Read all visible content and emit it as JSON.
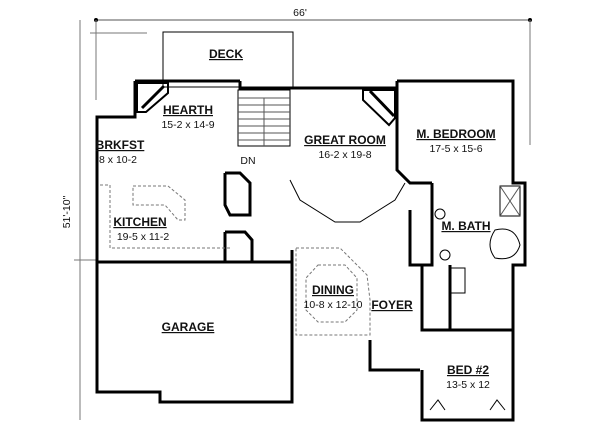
{
  "dimensions": {
    "width": "66'",
    "depth": "51'-10\""
  },
  "rooms": {
    "deck": {
      "name": "DECK"
    },
    "hearth": {
      "name": "HEARTH",
      "size": "15-2 x 14-9"
    },
    "brkfst": {
      "name": "BRKFST",
      "size": "8 x 10-2"
    },
    "stairs": {
      "label": "DN"
    },
    "great_room": {
      "name": "GREAT ROOM",
      "size": "16-2 x 19-8"
    },
    "m_bedroom": {
      "name": "M. BEDROOM",
      "size": "17-5 x 15-6"
    },
    "kitchen": {
      "name": "KITCHEN",
      "size": "19-5 x 11-2"
    },
    "m_bath": {
      "name": "M. BATH"
    },
    "dining": {
      "name": "DINING",
      "size": "10-8 x 12-10"
    },
    "foyer": {
      "name": "FOYER"
    },
    "garage": {
      "name": "GARAGE"
    },
    "bed2": {
      "name": "BED #2",
      "size": "13-5 x 12"
    }
  }
}
